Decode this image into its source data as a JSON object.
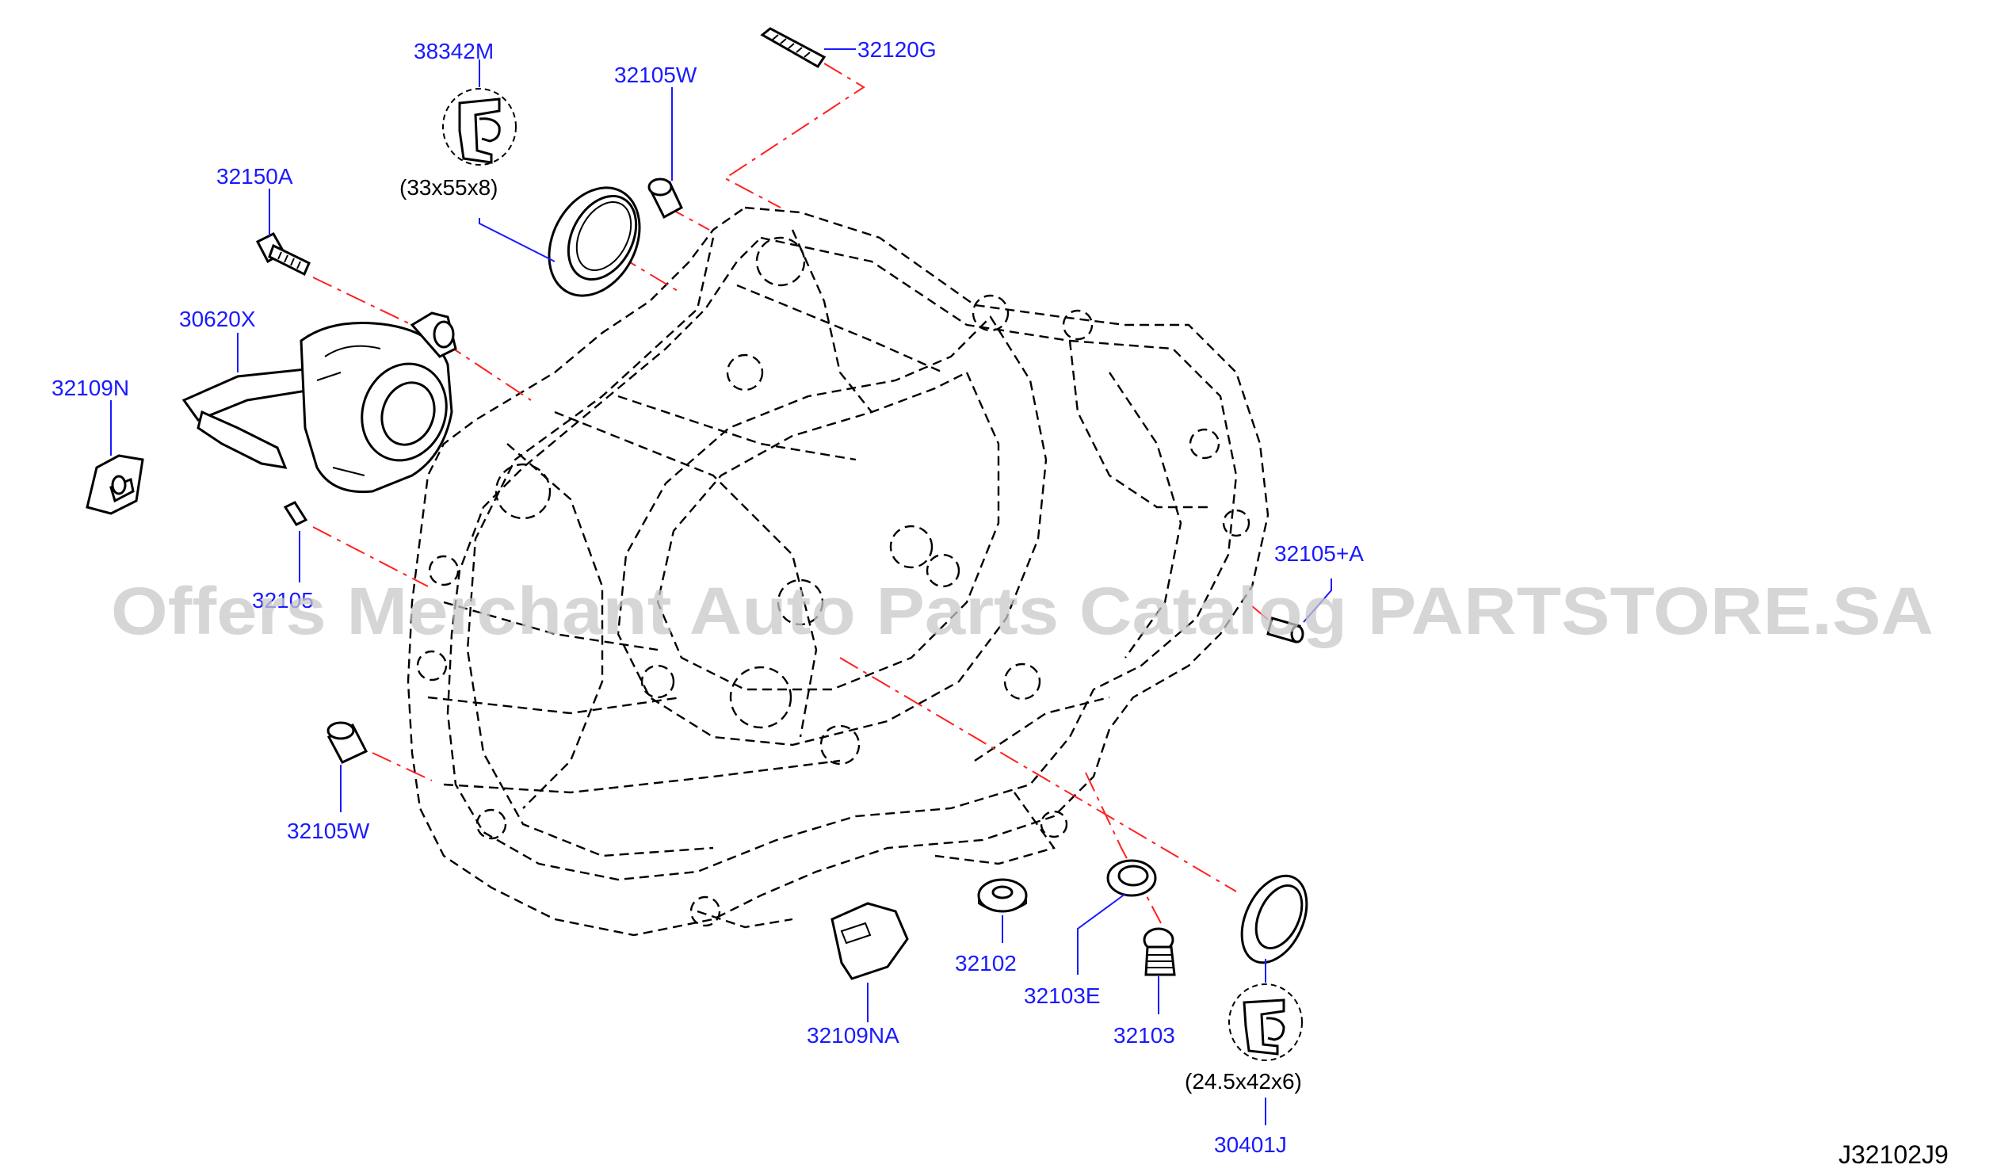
{
  "labels": {
    "l38342M": "38342M",
    "l32120G": "32120G",
    "l32105W_top": "32105W",
    "l32150A": "32150A",
    "l30620X": "30620X",
    "l32109N": "32109N",
    "l3210X": "32105",
    "l32105A": "32105+A",
    "l32105W_bottom": "32105W",
    "l32102": "32102",
    "l32103E": "32103E",
    "l32103": "32103",
    "l32109NA": "32109NA",
    "l30401J": "30401J"
  },
  "dimensions": {
    "seal_top": "(33x55x8)",
    "seal_bottom": "(24.5x42x6)"
  },
  "diagram_code": "J32102J9",
  "watermark": "Offers Merchant Auto Parts Catalog PARTSTORE.SA",
  "colors": {
    "callout_text": "#1a1aff",
    "center_lines": "#ff2020",
    "part_lines": "#000000",
    "watermark": "#c8c8c8"
  }
}
